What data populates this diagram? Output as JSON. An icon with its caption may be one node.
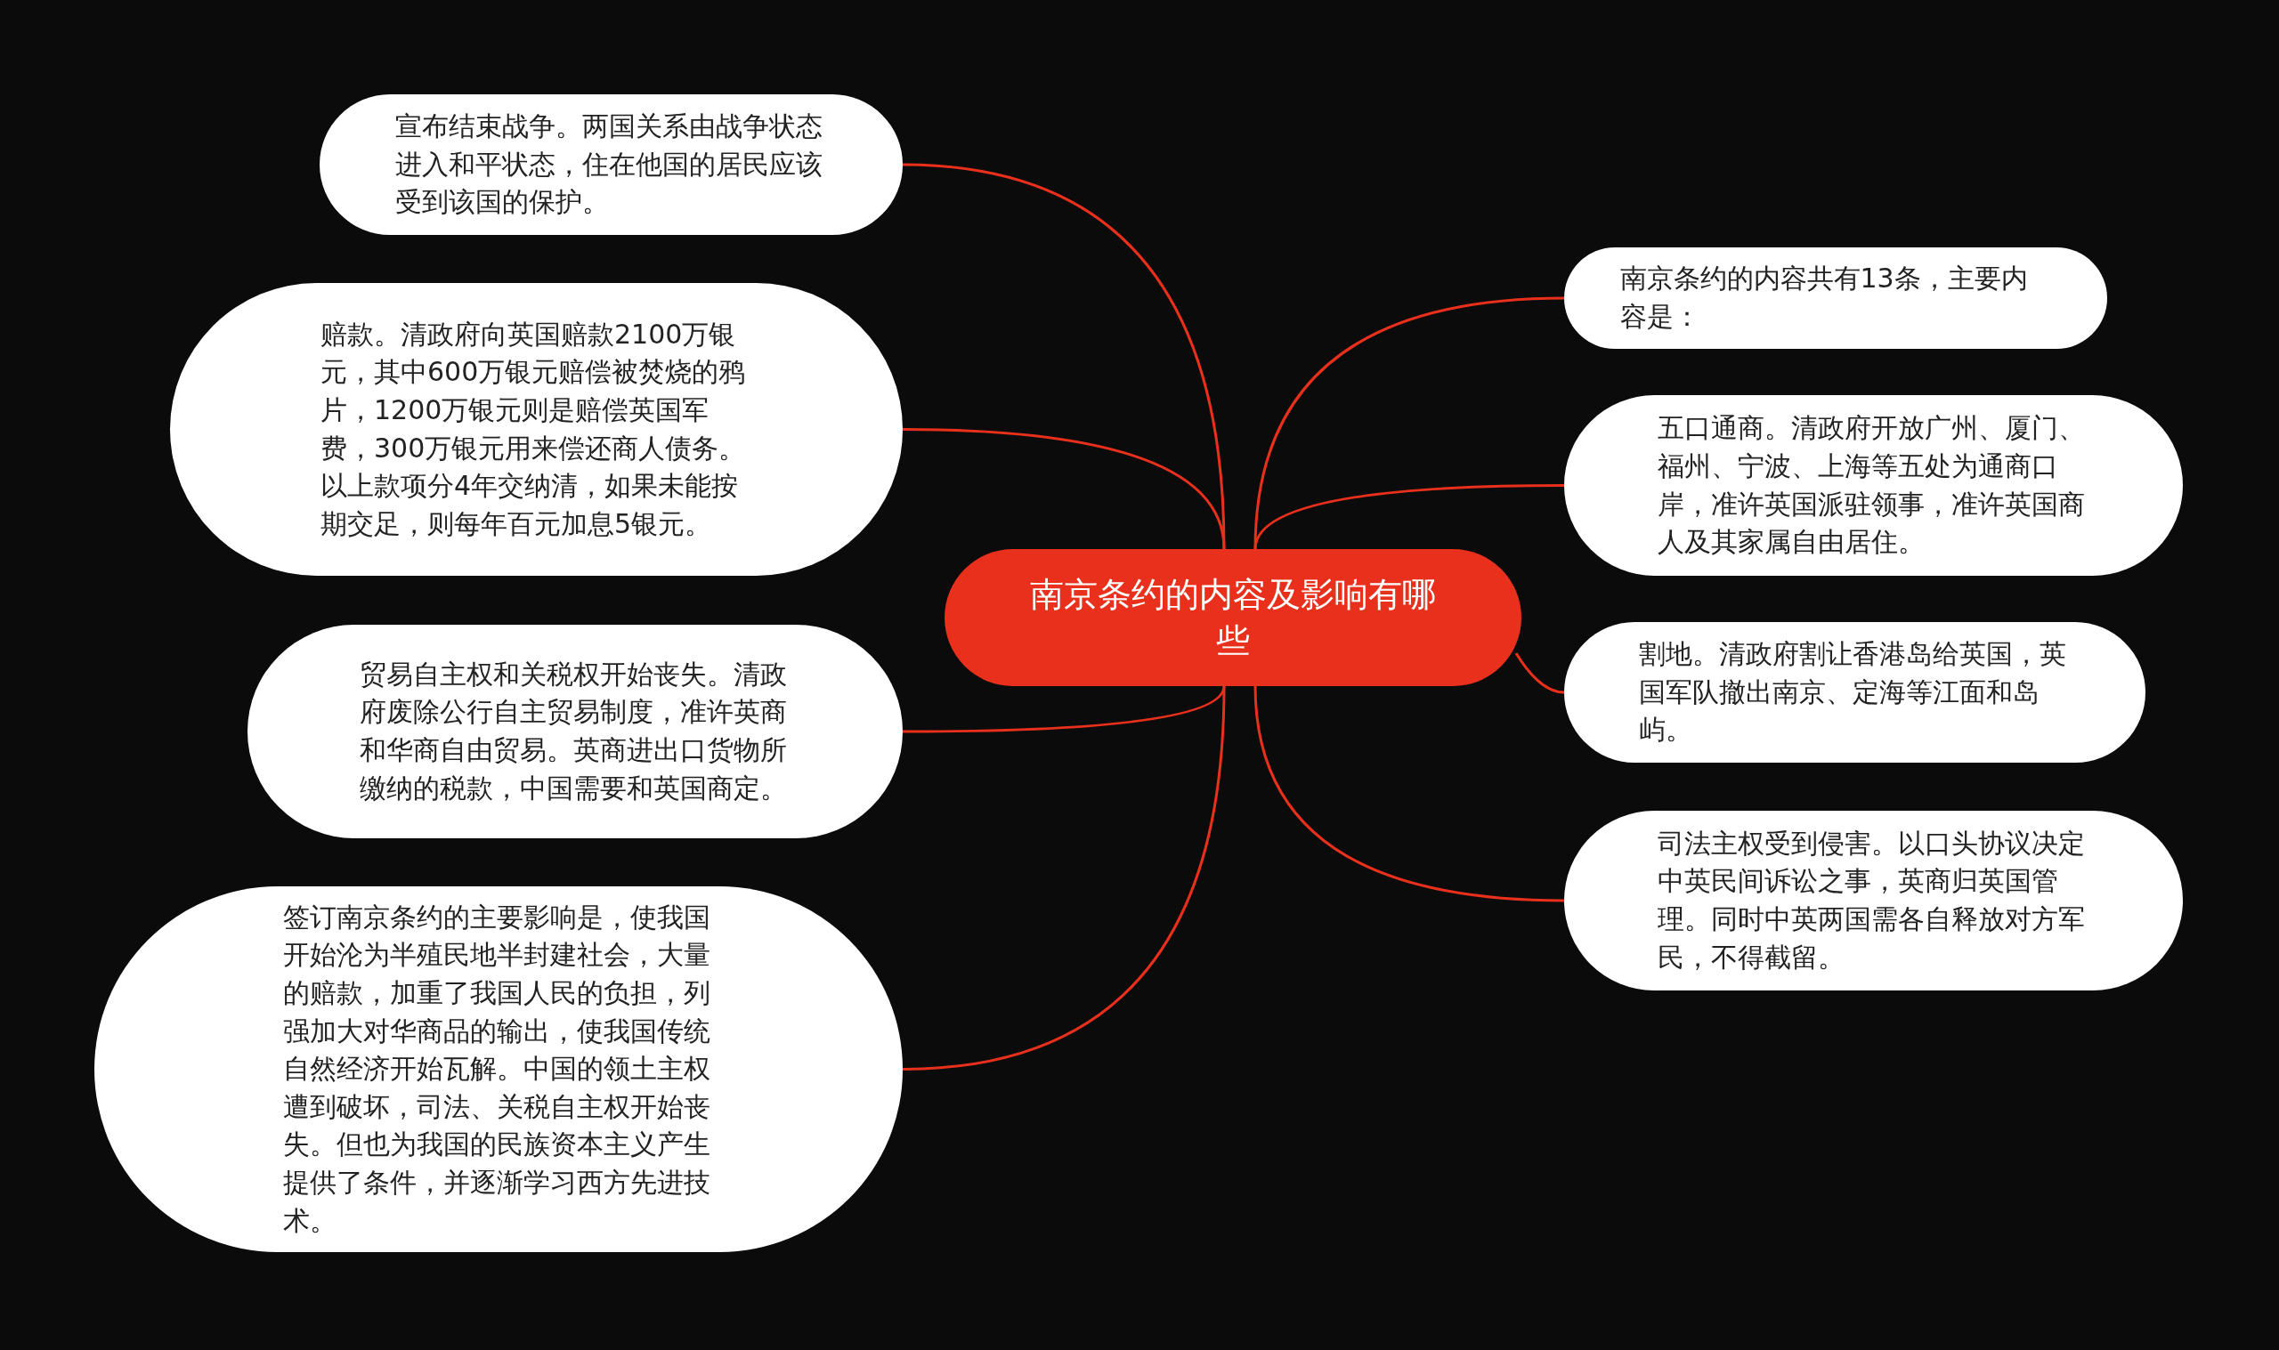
{
  "diagram": {
    "nodes": [
      {
        "text": [
          "南京条约的内容及影响有哪些"
        ]
      },
      {
        "text": [
          "宣布结束战争。两国关系由战争状态进入和平状态，住在他国的居民应该受到该国的保护。"
        ]
      },
      {
        "text": [
          "赔款。清政府向英国赔款2100万银元，其中600万银元赔偿被焚烧的鸦片，1200万银元则是赔偿英国军费，300万银元用来偿还商人债务。以上款项分4年交纳清，如果未能按期交足，则每年百元加息5银元。"
        ]
      },
      {
        "text": [
          "贸易自主权和关税权开始丧失。清政府废除公行自主贸易制度，准许英商和华商自由贸易。英商进出口货物所缴纳的税款，中国需要和英国商定。"
        ]
      },
      {
        "text": [
          "签订南京条约的主要影响是，使我国开始沦为半殖民地半封建社会，大量的赔款，加重了我国人民的负担，列强加大对华商品的输出，使我国传统自然经济开始瓦解。中国的领土主权遭到破坏，司法、关税自主权开始丧失。但也为我国的民族资本主义产生提供了条件，并逐渐学习西方先进技术。"
        ]
      },
      {
        "text": [
          "南京条约的内容共有13条，主要内容是："
        ]
      },
      {
        "text": [
          "五口通商。清政府开放广州、厦门、福州、宁波、上海等五处为通商口岸，准许英国派驻领事，准许英国商人及其家属自由居住。"
        ]
      },
      {
        "text": [
          "割地。清政府割让香港岛给英国，英国军队撤出南京、定海等江面和岛屿。"
        ]
      },
      {
        "text": [
          "司法主权受到侵害。以口头协议决定中英民间诉讼之事，英商归英国管理。同时中英两国需各自释放对方军民，不得截留。"
        ]
      }
    ],
    "edges": [
      {
        "from": 0,
        "to": 1,
        "arrow": "none"
      },
      {
        "from": 0,
        "to": 2,
        "arrow": "none"
      },
      {
        "from": 0,
        "to": 3,
        "arrow": "none"
      },
      {
        "from": 0,
        "to": 4,
        "arrow": "none"
      },
      {
        "from": 0,
        "to": 5,
        "arrow": "none"
      },
      {
        "from": 0,
        "to": 6,
        "arrow": "none"
      },
      {
        "from": 0,
        "to": 7,
        "arrow": "none"
      },
      {
        "from": 0,
        "to": 8,
        "arrow": "none"
      }
    ]
  }
}
